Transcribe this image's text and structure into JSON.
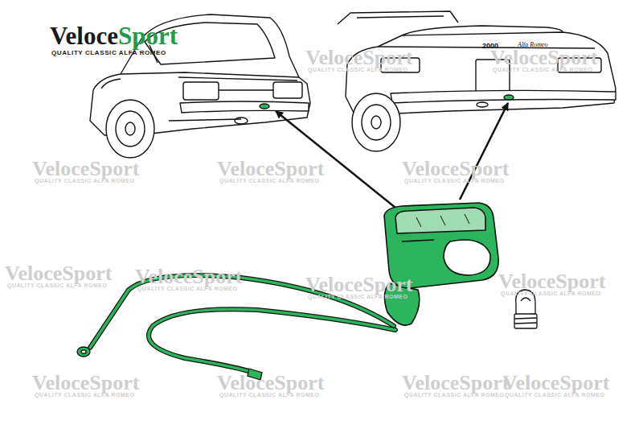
{
  "diagram": {
    "labels": [
      "Veloce",
      "Sport",
      "QUALITY CLASSIC ALFA ROMEO",
      "2000",
      "Alfa Romeo",
      "VeloceSport",
      "QUALITY CLASSIC ALFA ROMEO",
      "VeloceSport",
      "QUALITY CLASSIC ALFA ROMEO",
      "VeloceSport",
      "QUALITY CLASSIC ALFA ROMEO",
      "VeloceSport",
      "QUALITY CLASSIC ALFA ROMEO",
      "VeloceSport",
      "QUALITY CLASSIC ALFA ROMEO",
      "VeloceSport",
      "QUALITY CLASSIC ALFA ROMEO",
      "VeloceSport",
      "QUALITY CLASSIC ALFA ROMEO",
      "VeloceSport",
      "QUALITY CLASSIC ALFA ROMEO",
      "VeloceSport",
      "QUALITY CLASSIC ALFA ROMEO",
      "VeloceSport",
      "QUALITY CLASSIC ALFA ROMEO",
      "VeloceSport",
      "QUALITY CLASSIC ALFA ROMEO",
      "VeloceSport",
      "QUALITY CLASSIC ALFA ROMEO",
      "VeloceSport",
      "QUALITY CLASSIC ALFA ROMEO"
    ]
  }
}
